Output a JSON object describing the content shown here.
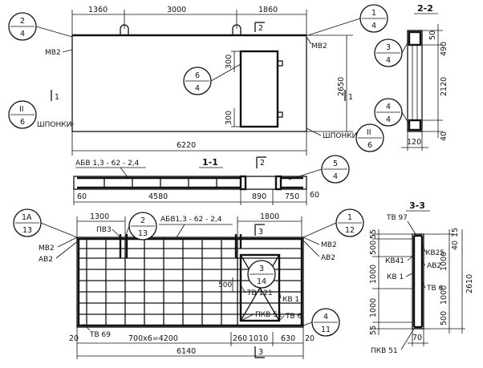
{
  "elevation_top": {
    "dims_top": [
      "1360",
      "3000",
      "1860"
    ],
    "overall": "6220",
    "height": "2650",
    "opening_dims": [
      "300",
      "300"
    ],
    "labels": {
      "mv2_left": "МВ2",
      "mv2_right": "МВ2",
      "shponki_left": "ШПОНКИ",
      "shponki_right": "ШПОНКИ"
    },
    "section_mark_top": "2",
    "section_mark_side": "1",
    "callouts": [
      {
        "top": "2",
        "bottom": "4"
      },
      {
        "top": "1",
        "bottom": "4"
      },
      {
        "top": "6",
        "bottom": "4"
      },
      {
        "top": "II",
        "bottom": "6"
      },
      {
        "top": "II",
        "bottom": "6"
      }
    ]
  },
  "section_2_2": {
    "title": "2-2",
    "dims_v": [
      "50",
      "490",
      "2120",
      "40"
    ],
    "dim_bottom": "120",
    "callouts": [
      {
        "top": "3",
        "bottom": "4"
      },
      {
        "top": "4",
        "bottom": "4"
      }
    ]
  },
  "section_1_1": {
    "title": "1-1",
    "mesh_label": "АБВ 1,3 - 62 - 2,4",
    "dims": [
      "60",
      "4580",
      "890",
      "750",
      "60"
    ],
    "section_mark": "2",
    "callout": {
      "top": "5",
      "bottom": "4"
    }
  },
  "reinforcement": {
    "mesh_label": "АБВ1,3 - 62 - 2,4",
    "dims_top": [
      "1300",
      "1800"
    ],
    "dims_bottom": [
      "20",
      "700х6=4200",
      "260",
      "1010",
      "630",
      "20"
    ],
    "overall": "6140",
    "inner_dim": "500",
    "section_mark_top": "3",
    "section_mark_bottom": "3",
    "labels": {
      "pv3": "ПВ3",
      "mv2_left": "МВ2",
      "av2_left": "АВ2",
      "mv2_right": "МВ2",
      "av2_right": "АВ2",
      "tb121": "ТВ 121",
      "kb1": "КВ 1",
      "pkv51": "ПКВ 51",
      "tb6": "ТВ 6",
      "tb69": "ТВ 69"
    },
    "callouts": [
      {
        "top": "1А",
        "bottom": "13"
      },
      {
        "top": "2",
        "bottom": "13"
      },
      {
        "top": "1",
        "bottom": "12"
      },
      {
        "top": "3",
        "bottom": "14"
      },
      {
        "top": "4",
        "bottom": "11"
      }
    ]
  },
  "section_3_3": {
    "title": "3-3",
    "labels": {
      "tb97": "ТВ 97",
      "kb25": "КВ25",
      "kb41": "КВ41",
      "av2": "АВ2",
      "kb1": "КВ 1",
      "tb6": "ТВ 6",
      "pkv51": "ПКВ 51"
    },
    "dims_left": [
      "55",
      "500",
      "1000",
      "1000",
      "55"
    ],
    "dims_right": [
      "15",
      "40",
      "1000",
      "1000",
      "500"
    ],
    "overall": "2610",
    "dim_bottom": "70"
  }
}
